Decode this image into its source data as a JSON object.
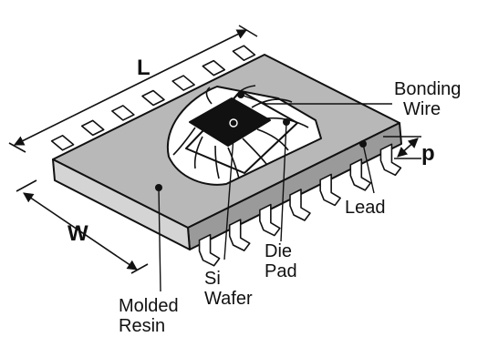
{
  "labels": {
    "length": "L",
    "width": "W",
    "pitch": "p",
    "bonding_wire": [
      "Bonding",
      "Wire"
    ],
    "lead": "Lead",
    "die_pad": [
      "Die",
      "Pad"
    ],
    "si_wafer": [
      "Si",
      "Wafer"
    ],
    "molded_resin": [
      "Molded",
      "Resin"
    ]
  },
  "colors": {
    "resin_top": "#b8b8b8",
    "resin_side": "#9a9a9a",
    "resin_front": "#d4d4d4",
    "die_pad": "#ffffff",
    "wafer": "#111111",
    "lead": "#ffffff",
    "line": "#111111"
  }
}
